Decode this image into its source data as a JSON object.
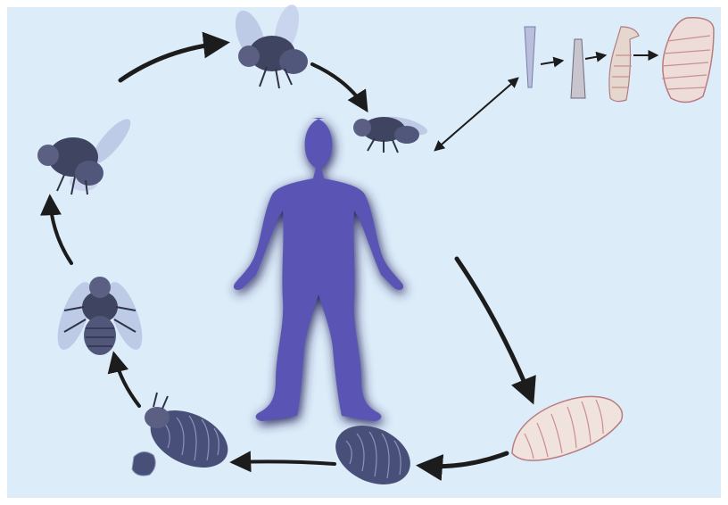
{
  "diagram": {
    "colors": {
      "background": "#dcecf9",
      "frame": "#ffffff",
      "human": "#5a55b5",
      "human_shadow": "#2b2960",
      "fly_body": "#3f4560",
      "fly_wing": "#b9c6e4",
      "larva": "#f0e2dc",
      "larva_stripe": "#c98f93",
      "pupa": "#48507a",
      "arrow": "#1c1c1c"
    },
    "stages": [
      {
        "name": "adult-fly-top",
        "icon": "fly-icon"
      },
      {
        "name": "adult-fly-ovipositing",
        "icon": "fly-icon"
      },
      {
        "name": "larval-development-series",
        "icon": "larva-icon"
      },
      {
        "name": "mature-larva",
        "icon": "larva-icon"
      },
      {
        "name": "pupa-in-soil",
        "icon": "pupa-icon"
      },
      {
        "name": "emerging-fly",
        "icon": "pupa-icon"
      },
      {
        "name": "adult-fly-left",
        "icon": "fly-icon"
      },
      {
        "name": "adult-fly-upper-left",
        "icon": "fly-icon"
      }
    ],
    "host": {
      "icon": "human-silhouette-icon"
    }
  }
}
